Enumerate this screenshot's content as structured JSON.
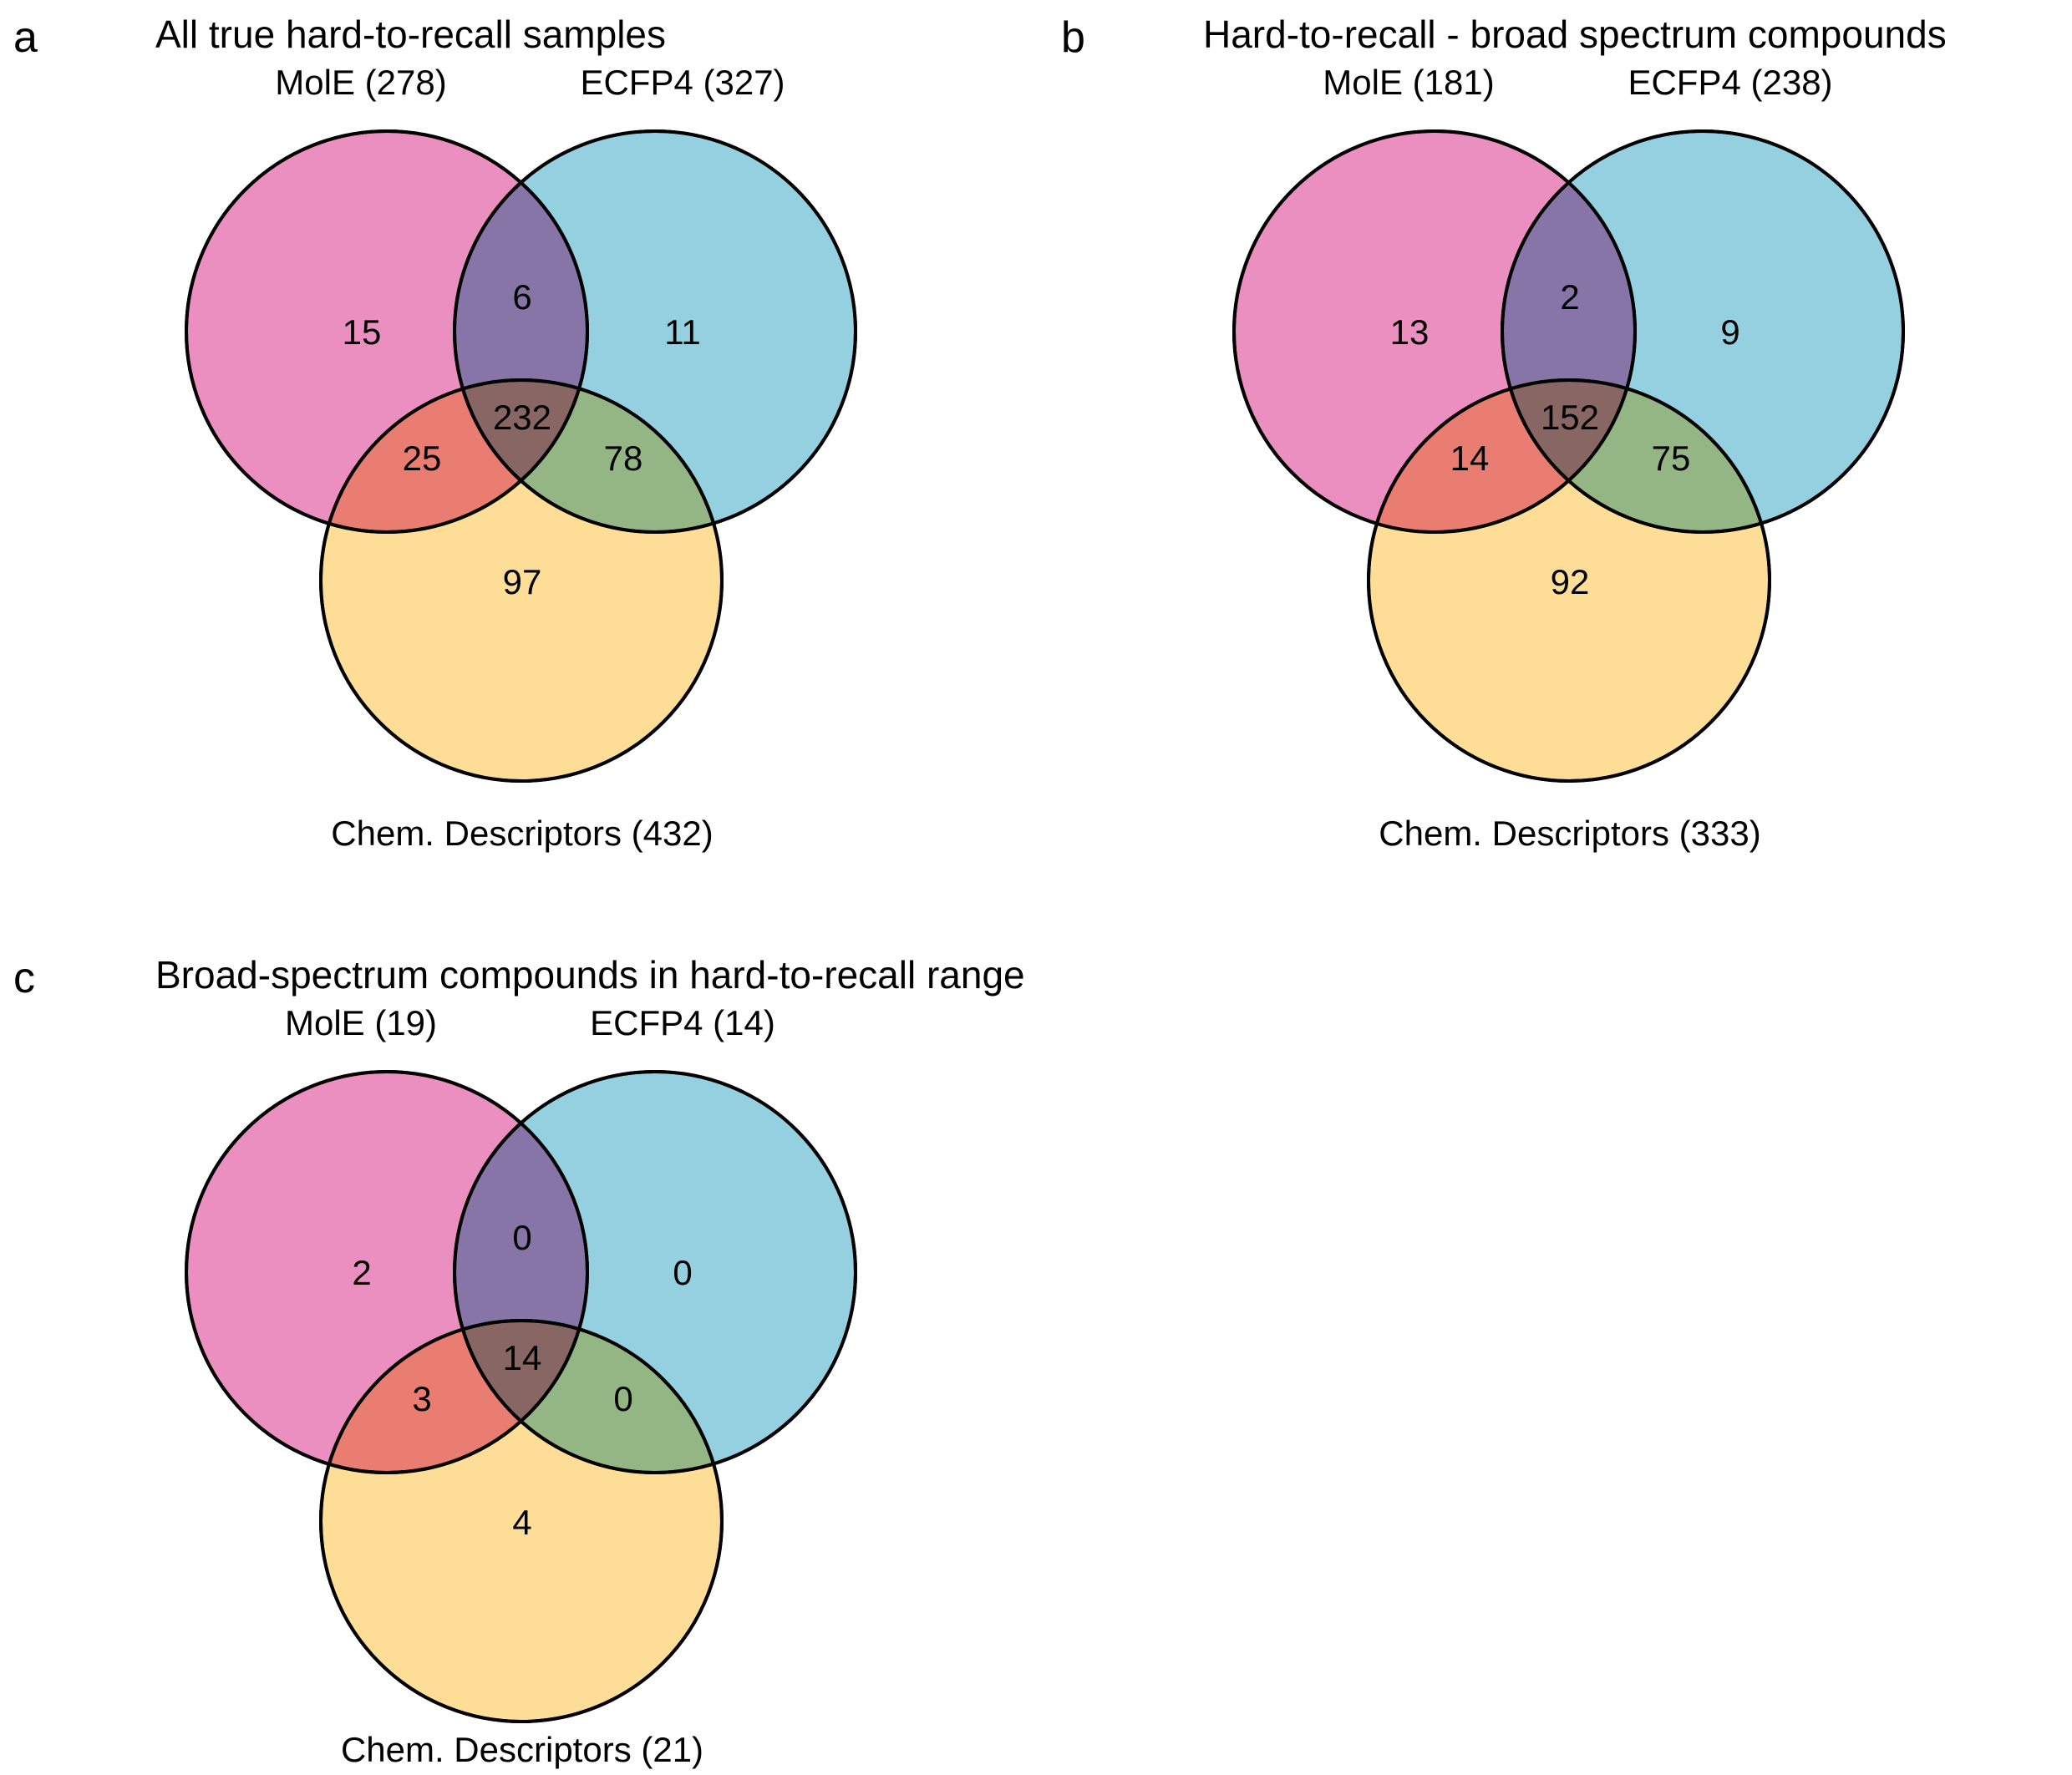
{
  "colors": {
    "set_a": "#e36aab",
    "set_b": "#4db1c9",
    "set_c": "#fdd069",
    "outline": "#000000"
  },
  "panels": [
    {
      "letter": "a",
      "title": "All true hard-to-recall samples",
      "sets": {
        "a_label": "MolE (278)",
        "b_label": "ECFP4 (327)",
        "c_label": "Chem. Descriptors (432)"
      },
      "regions": {
        "a_only": "15",
        "ab": "6",
        "b_only": "11",
        "abc": "232",
        "ac": "25",
        "bc": "78",
        "c_only": "97"
      }
    },
    {
      "letter": "b",
      "title": "Hard-to-recall - broad spectrum compounds",
      "sets": {
        "a_label": "MolE (181)",
        "b_label": "ECFP4 (238)",
        "c_label": "Chem. Descriptors (333)"
      },
      "regions": {
        "a_only": "13",
        "ab": "2",
        "b_only": "9",
        "abc": "152",
        "ac": "14",
        "bc": "75",
        "c_only": "92"
      }
    },
    {
      "letter": "c",
      "title": "Broad-spectrum compounds in hard-to-recall range",
      "sets": {
        "a_label": "MolE (19)",
        "b_label": "ECFP4 (14)",
        "c_label": "Chem. Descriptors (21)"
      },
      "regions": {
        "a_only": "2",
        "ab": "0",
        "b_only": "0",
        "abc": "14",
        "ac": "3",
        "bc": "0",
        "c_only": "4"
      }
    }
  ]
}
